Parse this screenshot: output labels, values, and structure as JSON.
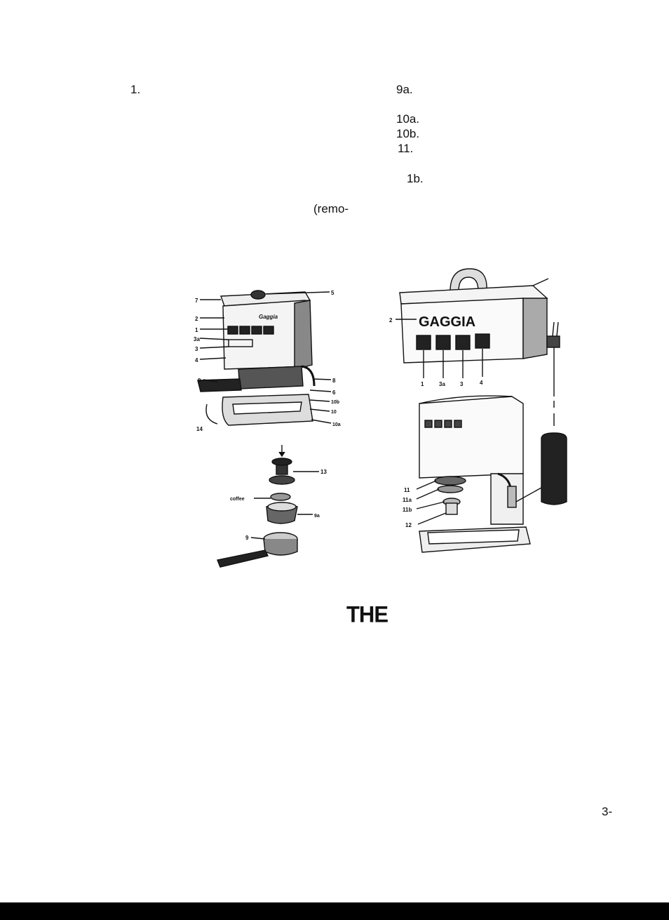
{
  "page": {
    "labels": [
      "1.",
      "9a.",
      "10a.",
      "10b.",
      "11.",
      "1b.",
      "(remo-"
    ],
    "heading": "THE",
    "page_number": "3-"
  },
  "figure_left": {
    "callouts": [
      "7",
      "2",
      "1",
      "3a",
      "3",
      "4",
      "9",
      "14",
      "5",
      "8",
      "6",
      "10b",
      "10",
      "10a",
      "13",
      "coffee",
      "9a",
      "9"
    ],
    "brand": "Gaggia"
  },
  "figure_right": {
    "brand": "GAGGIA",
    "callouts_top": [
      "2",
      "1",
      "3a",
      "3",
      "4"
    ],
    "callouts_bottom": [
      "11",
      "11a",
      "11b",
      "12"
    ]
  }
}
